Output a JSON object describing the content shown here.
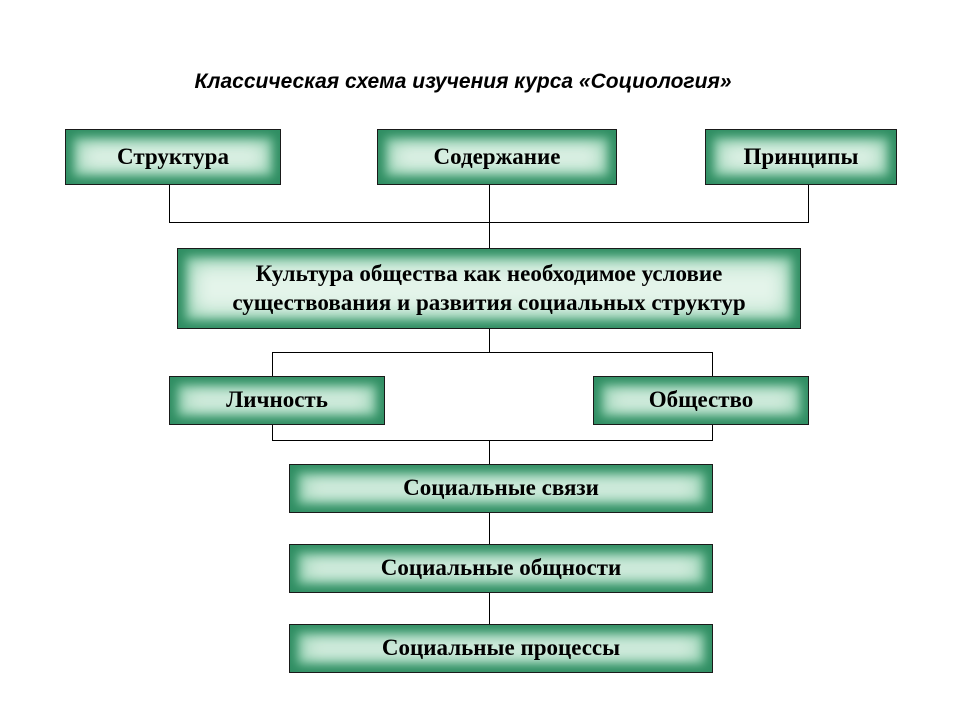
{
  "title": "Классическая схема изучения курса «Социология»",
  "boxes": {
    "structure": "Структура",
    "content": "Содержание",
    "principles": "Принципы",
    "culture_line1": "Культура общества как необходимое условие",
    "culture_line2": "существования и развития социальных структур",
    "personality": "Личность",
    "society": "Общество",
    "social_ties": "Социальные связи",
    "social_communities": "Социальные общности",
    "social_processes": "Социальные процессы"
  },
  "colors": {
    "box_edge": "#2f8d62",
    "box_center": "#e4f4ea"
  }
}
